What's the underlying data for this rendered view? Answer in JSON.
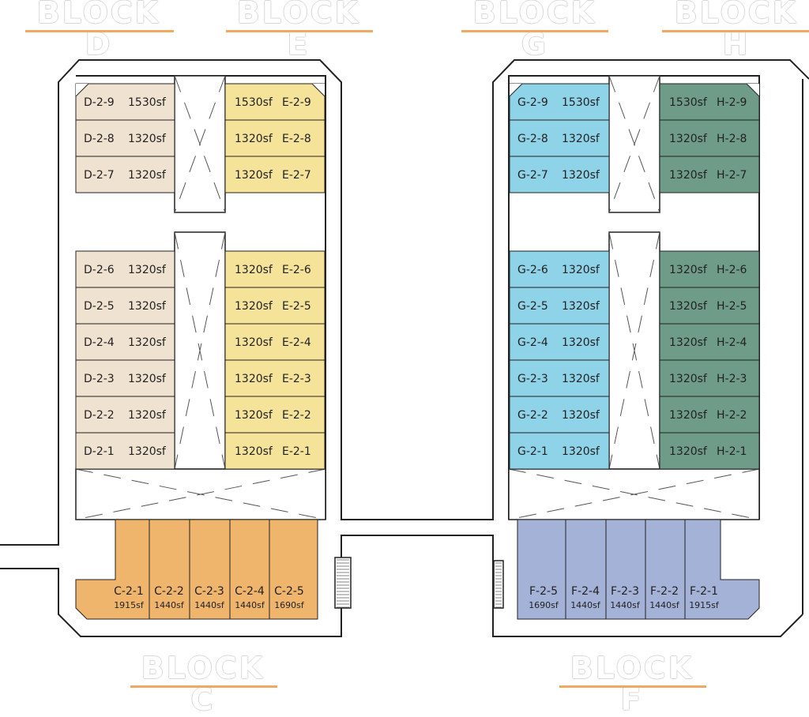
{
  "colors": {
    "block_d": "#efe2d0",
    "block_e": "#f6e39a",
    "block_g": "#8fd3e8",
    "block_h": "#6f9c88",
    "block_c": "#f0b56c",
    "block_f": "#a4b2d8",
    "accent_underline": "#f0a862",
    "wall": "#222222"
  },
  "block_labels": {
    "top": [
      "BLOCK D",
      "BLOCK E",
      "BLOCK G",
      "BLOCK H"
    ],
    "bottom": [
      "BLOCK C",
      "BLOCK F"
    ]
  },
  "units": {
    "d_upper": [
      {
        "id": "D-2-9",
        "area": "1530sf"
      },
      {
        "id": "D-2-8",
        "area": "1320sf"
      },
      {
        "id": "D-2-7",
        "area": "1320sf"
      }
    ],
    "d_lower": [
      {
        "id": "D-2-6",
        "area": "1320sf"
      },
      {
        "id": "D-2-5",
        "area": "1320sf"
      },
      {
        "id": "D-2-4",
        "area": "1320sf"
      },
      {
        "id": "D-2-3",
        "area": "1320sf"
      },
      {
        "id": "D-2-2",
        "area": "1320sf"
      },
      {
        "id": "D-2-1",
        "area": "1320sf"
      }
    ],
    "e_upper": [
      {
        "id": "E-2-9",
        "area": "1530sf"
      },
      {
        "id": "E-2-8",
        "area": "1320sf"
      },
      {
        "id": "E-2-7",
        "area": "1320sf"
      }
    ],
    "e_lower": [
      {
        "id": "E-2-6",
        "area": "1320sf"
      },
      {
        "id": "E-2-5",
        "area": "1320sf"
      },
      {
        "id": "E-2-4",
        "area": "1320sf"
      },
      {
        "id": "E-2-3",
        "area": "1320sf"
      },
      {
        "id": "E-2-2",
        "area": "1320sf"
      },
      {
        "id": "E-2-1",
        "area": "1320sf"
      }
    ],
    "g_upper": [
      {
        "id": "G-2-9",
        "area": "1530sf"
      },
      {
        "id": "G-2-8",
        "area": "1320sf"
      },
      {
        "id": "G-2-7",
        "area": "1320sf"
      }
    ],
    "g_lower": [
      {
        "id": "G-2-6",
        "area": "1320sf"
      },
      {
        "id": "G-2-5",
        "area": "1320sf"
      },
      {
        "id": "G-2-4",
        "area": "1320sf"
      },
      {
        "id": "G-2-3",
        "area": "1320sf"
      },
      {
        "id": "G-2-2",
        "area": "1320sf"
      },
      {
        "id": "G-2-1",
        "area": "1320sf"
      }
    ],
    "h_upper": [
      {
        "id": "H-2-9",
        "area": "1530sf"
      },
      {
        "id": "H-2-8",
        "area": "1320sf"
      },
      {
        "id": "H-2-7",
        "area": "1320sf"
      }
    ],
    "h_lower": [
      {
        "id": "H-2-6",
        "area": "1320sf"
      },
      {
        "id": "H-2-5",
        "area": "1320sf"
      },
      {
        "id": "H-2-4",
        "area": "1320sf"
      },
      {
        "id": "H-2-3",
        "area": "1320sf"
      },
      {
        "id": "H-2-2",
        "area": "1320sf"
      },
      {
        "id": "H-2-1",
        "area": "1320sf"
      }
    ],
    "c": [
      {
        "id": "C-2-1",
        "area": "1915sf"
      },
      {
        "id": "C-2-2",
        "area": "1440sf"
      },
      {
        "id": "C-2-3",
        "area": "1440sf"
      },
      {
        "id": "C-2-4",
        "area": "1440sf"
      },
      {
        "id": "C-2-5",
        "area": "1690sf"
      }
    ],
    "f": [
      {
        "id": "F-2-5",
        "area": "1690sf"
      },
      {
        "id": "F-2-4",
        "area": "1440sf"
      },
      {
        "id": "F-2-3",
        "area": "1440sf"
      },
      {
        "id": "F-2-2",
        "area": "1440sf"
      },
      {
        "id": "F-2-1",
        "area": "1915sf"
      }
    ]
  }
}
